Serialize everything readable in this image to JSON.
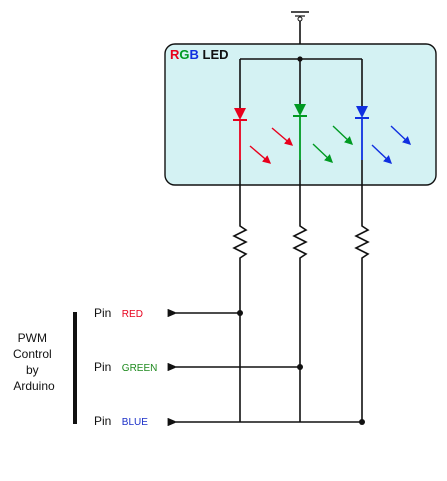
{
  "title": {
    "parts": [
      {
        "text": "R",
        "color": "#e8001c"
      },
      {
        "text": "G",
        "color": "#009a22"
      },
      {
        "text": "B",
        "color": "#1030e0"
      },
      {
        "text": " LED",
        "color": "#111111"
      }
    ]
  },
  "controller_label": [
    "PWM",
    "Control",
    "by",
    "Arduino"
  ],
  "pin_word": "Pin",
  "pins": [
    {
      "name": "RED",
      "color": "#e8001c"
    },
    {
      "name": "GREEN",
      "color": "#1e8a1e"
    },
    {
      "name": "BLUE",
      "color": "#1a2ec8"
    }
  ],
  "colors": {
    "wire": "#111111",
    "panel_fill": "#d4f2f3",
    "panel_stroke": "#111111",
    "led_red": "#e8001c",
    "led_green": "#009a22",
    "led_blue": "#1030e0"
  },
  "icons": {
    "supply": "ground-symbol-icon",
    "resistor": "resistor-zigzag-icon",
    "led": "diode-triangle-icon",
    "emission": "light-arrow-icon"
  }
}
